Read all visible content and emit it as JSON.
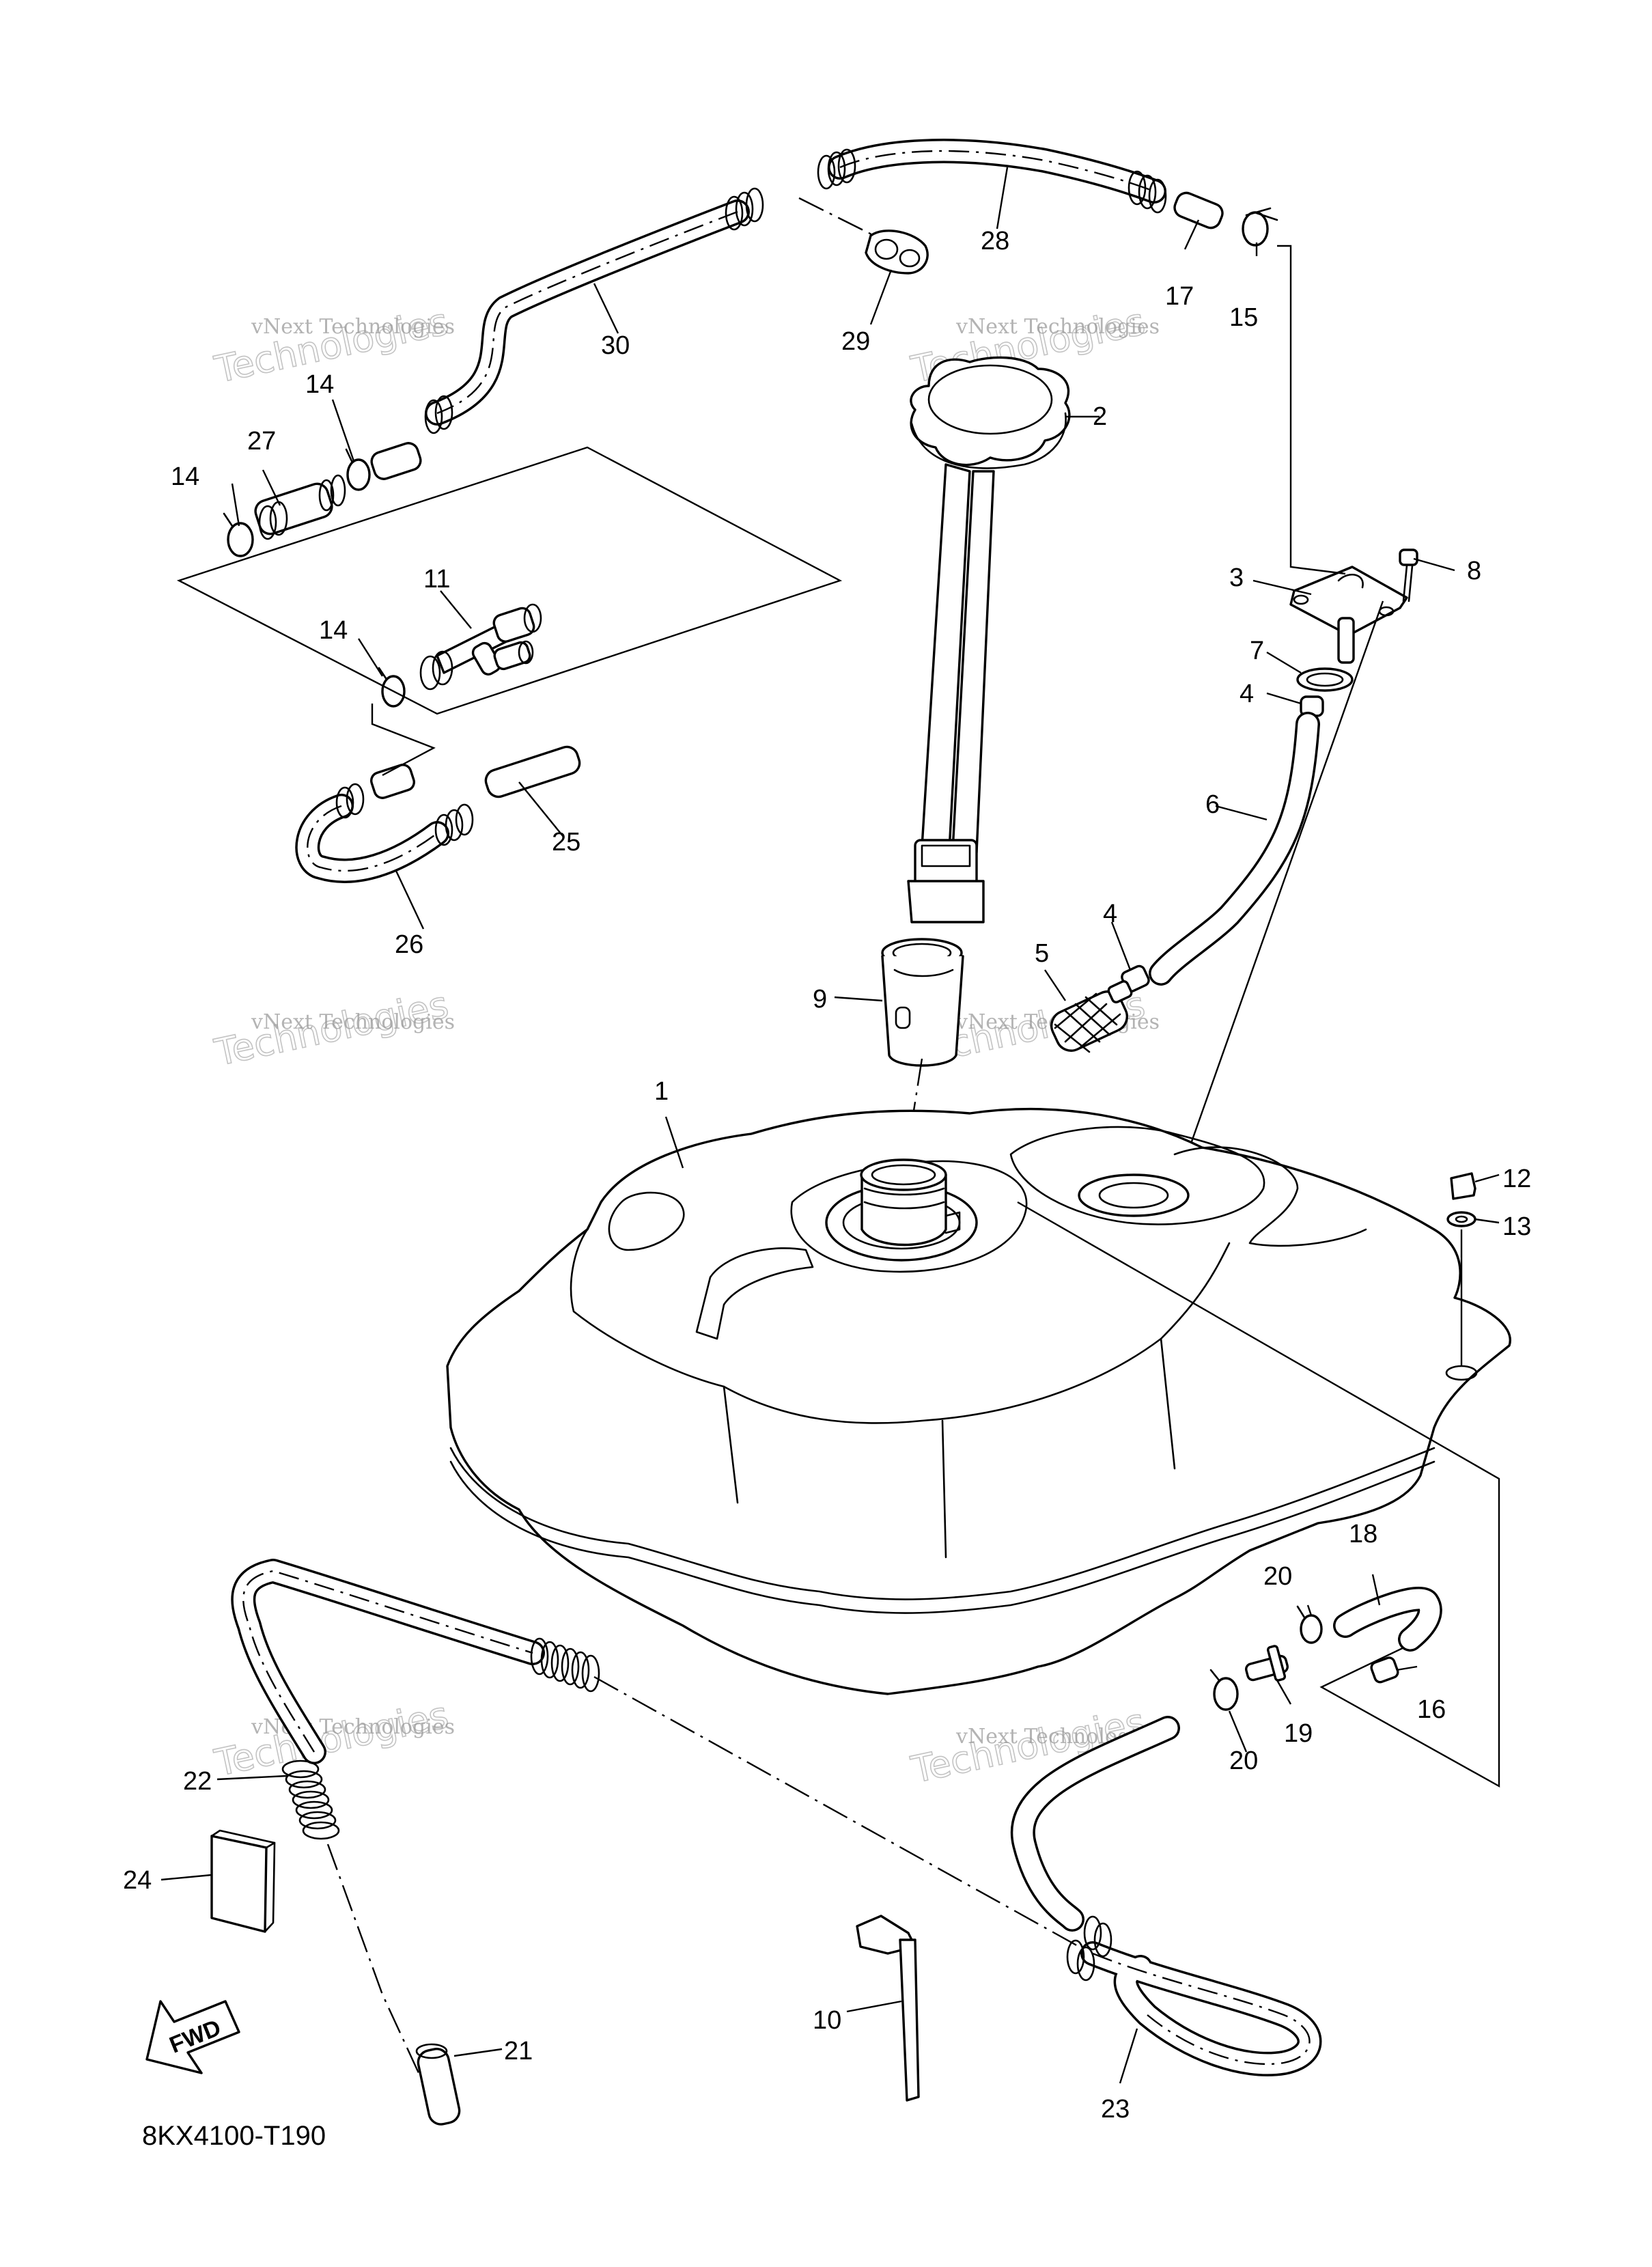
{
  "diagram_code": "8KX4100-T190",
  "fwd_label": "FWD",
  "watermark": {
    "line1": "vNext Technologies",
    "line2": "Technologies"
  },
  "callouts": {
    "c1": "1",
    "c2": "2",
    "c3": "3",
    "c4a": "4",
    "c4b": "4",
    "c5": "5",
    "c6": "6",
    "c7": "7",
    "c8": "8",
    "c9": "9",
    "c10": "10",
    "c11": "11",
    "c12": "12",
    "c13": "13",
    "c14a": "14",
    "c14b": "14",
    "c14c": "14",
    "c15": "15",
    "c16": "16",
    "c17": "17",
    "c18": "18",
    "c19": "19",
    "c20a": "20",
    "c20b": "20",
    "c21": "21",
    "c22": "22",
    "c23": "23",
    "c24": "24",
    "c25": "25",
    "c26": "26",
    "c27": "27",
    "c28": "28",
    "c29": "29",
    "c30": "30"
  }
}
